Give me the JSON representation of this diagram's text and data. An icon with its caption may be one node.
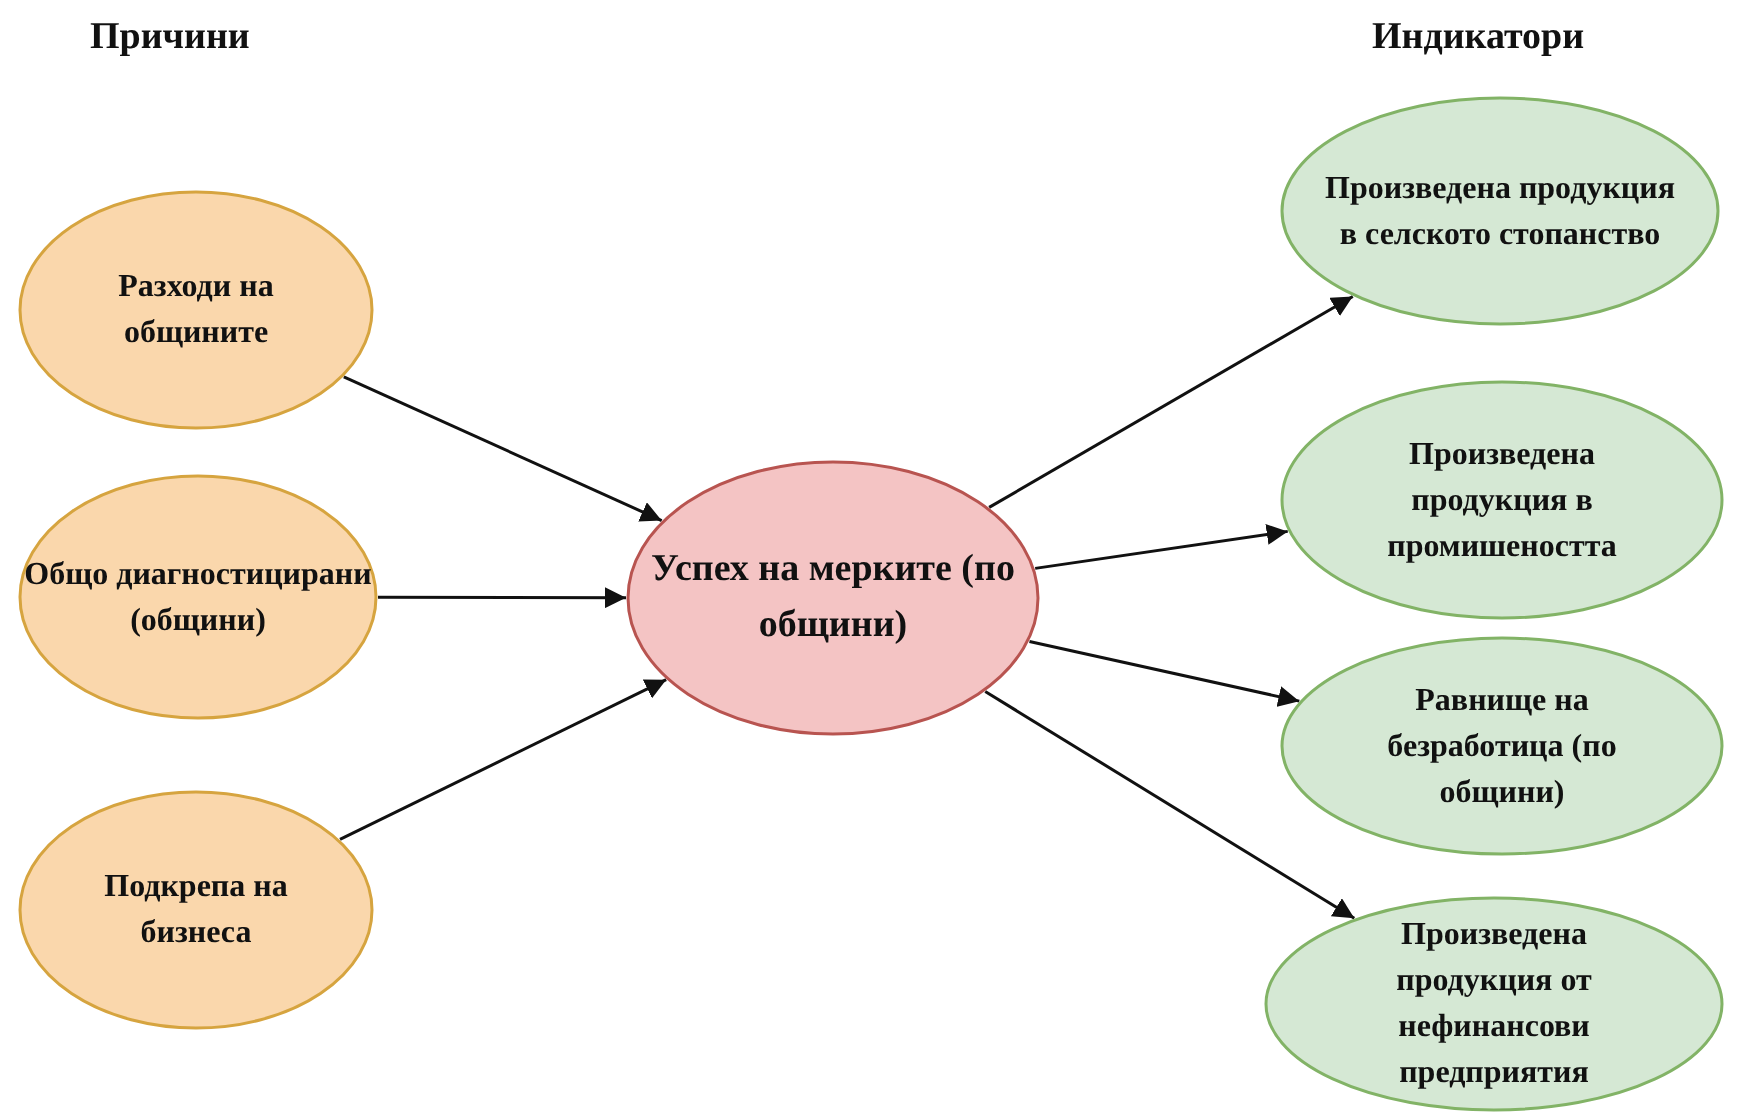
{
  "diagram": {
    "nodes": [
      {
        "text": [
          "Разходи на общините"
        ]
      },
      {
        "text": [
          "Общо диагностицирани (общини)"
        ]
      },
      {
        "text": [
          "Подкрепа на бизнеса"
        ]
      },
      {
        "text": [
          "Успех на мерките (по общини)"
        ]
      },
      {
        "text": [
          "Произведена продукция в селското стопанство"
        ]
      },
      {
        "text": [
          "Произведена продукция в промишеността"
        ]
      },
      {
        "text": [
          "Равнище на безработица (по общини)"
        ]
      },
      {
        "text": [
          "Произведена продукция от нефинансови предприятия"
        ]
      }
    ],
    "edges": [
      {
        "from": 0,
        "to": 3,
        "arrow": "to"
      },
      {
        "from": 1,
        "to": 3,
        "arrow": "to"
      },
      {
        "from": 2,
        "to": 3,
        "arrow": "to"
      },
      {
        "from": 3,
        "to": 4,
        "arrow": "to"
      },
      {
        "from": 3,
        "to": 5,
        "arrow": "to"
      },
      {
        "from": 3,
        "to": 6,
        "arrow": "to"
      },
      {
        "from": 3,
        "to": 7,
        "arrow": "to"
      }
    ],
    "labels": [
      "Причини",
      "Индикатори"
    ]
  }
}
